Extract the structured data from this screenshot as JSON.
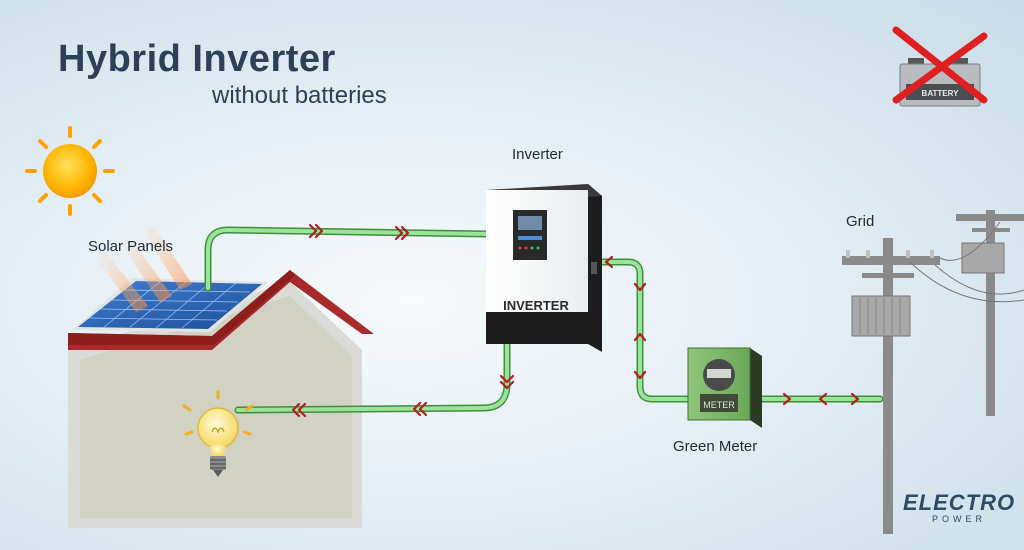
{
  "header": {
    "title": "Hybrid Inverter",
    "subtitle": "without batteries"
  },
  "labels": {
    "solar_panels": "Solar Panels",
    "inverter": "Inverter",
    "grid": "Grid",
    "green_meter": "Green Meter"
  },
  "devices": {
    "inverter_face": "INVERTER",
    "meter_face": "METER",
    "battery_face": "BATTERY"
  },
  "brand": {
    "main": "ELECTRO",
    "sub": "POWER"
  },
  "colors": {
    "title": "#2e4057",
    "cable": "#7fd07a",
    "arrow": "#b02020",
    "roof": "#a82a2a",
    "cross": "#e02020"
  },
  "icons": [
    "sun-icon",
    "battery-crossed-icon",
    "light-bulb-icon",
    "utility-pole-icon"
  ]
}
